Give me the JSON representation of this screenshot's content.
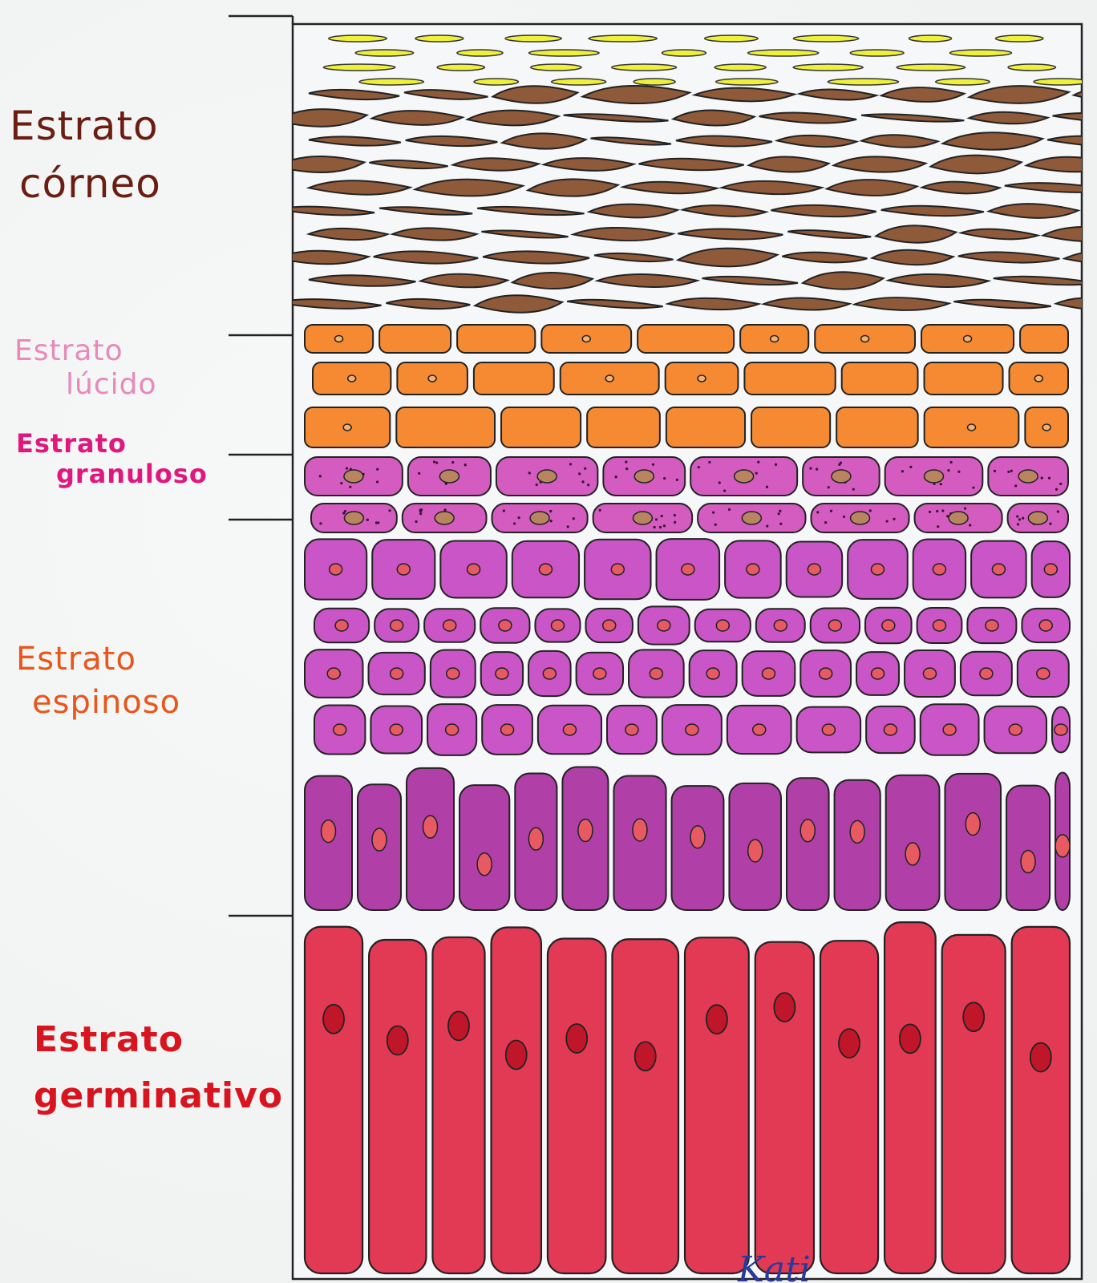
{
  "layers": [
    {
      "line1": "Estrato",
      "line2": "córneo",
      "color": "#6b1d12"
    },
    {
      "line1": "Estrato",
      "line2": "lúcido",
      "color": "#e889b9"
    },
    {
      "line1": "Estrato",
      "line2": "granuloso",
      "color": "#e0187e"
    },
    {
      "line1": "Estrato",
      "line2": "espinoso",
      "color": "#e8561a"
    },
    {
      "line1": "Estrato",
      "line2": "germinativo",
      "color": "#d8141e"
    }
  ],
  "cell_colors": {
    "yellow": "#eef03a",
    "brown": "#8e5a3a",
    "orange": "#f58a32",
    "granular": "#d45cc0",
    "spinous": "#c955c6",
    "basal_col": "#b040a8",
    "germinative": "#e23a55",
    "nucleus_red": "#e85a62",
    "nucleus_brown": "#b88560"
  },
  "signature": "Kati"
}
